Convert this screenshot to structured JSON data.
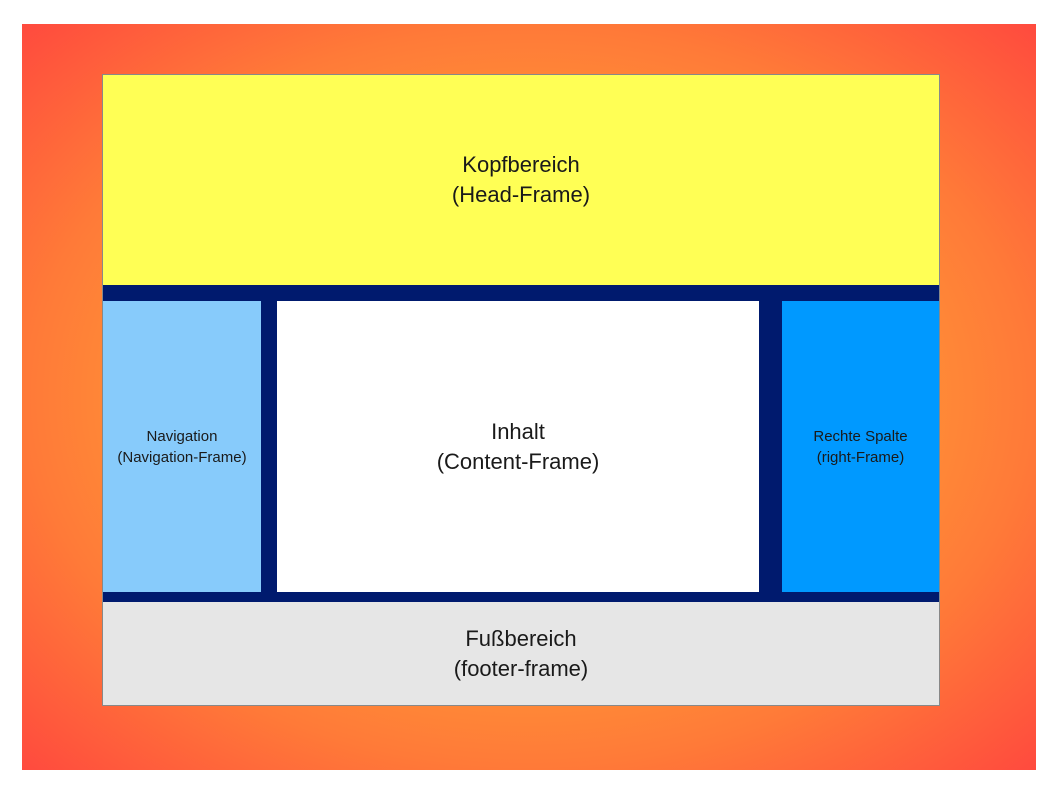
{
  "colors": {
    "head": "#ffff55",
    "navigation": "#87cbfb",
    "content": "#ffffff",
    "right": "#0099ff",
    "footer": "#e6e6e6",
    "divider": "#001a6e"
  },
  "head": {
    "line1": "Kopfbereich",
    "line2": "(Head-Frame)"
  },
  "navigation": {
    "line1": "Navigation",
    "line2": "(Navigation-Frame)"
  },
  "content": {
    "line1": "Inhalt",
    "line2": "(Content-Frame)"
  },
  "right": {
    "line1": "Rechte Spalte",
    "line2": "(right-Frame)"
  },
  "footer": {
    "line1": "Fußbereich",
    "line2": "(footer-frame)"
  }
}
